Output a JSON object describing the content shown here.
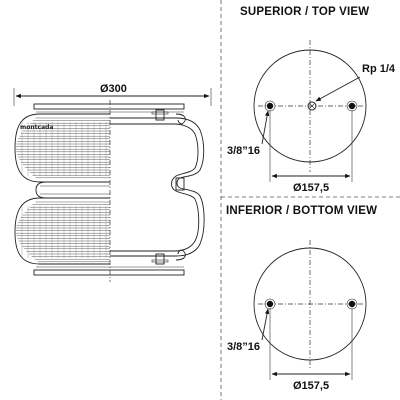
{
  "views": {
    "top_title": "SUPERIOR / TOP VIEW",
    "bottom_title": "INFERIOR / BOTTOM VIEW"
  },
  "side_view": {
    "overall_diameter": "Ø300",
    "brand_mark": "montcada"
  },
  "top_view": {
    "port_label": "Rp 1/4",
    "stud_label": "3/8”16",
    "bolt_circle": "Ø157,5"
  },
  "bottom_view": {
    "stud_label": "3/8”16",
    "bolt_circle": "Ø157,5"
  }
}
